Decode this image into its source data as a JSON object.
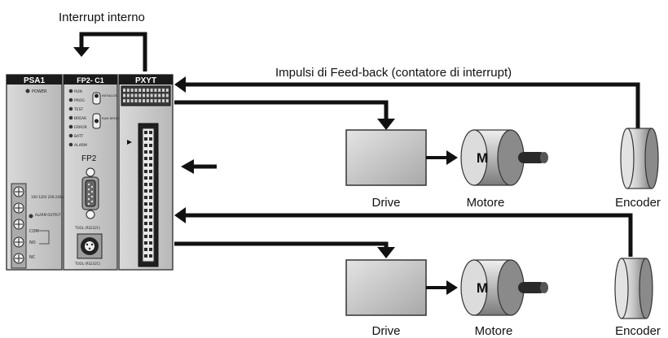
{
  "labels": {
    "interrupt": "Interrupt interno",
    "feedback": "Impulsi di Feed-back (contatore di interrupt)",
    "drive_top": "Drive",
    "motor_top": "Motore",
    "encoder_top": "Encoder",
    "drive_bottom": "Drive",
    "motor_bottom": "Motore",
    "encoder_bottom": "Encoder",
    "motor_letter": "M"
  },
  "plc": {
    "psa_title": "PSA1",
    "psa_power": "POWER",
    "cpu_title": "FP2- C1",
    "pxyt_title": "PXYT",
    "cpu_brand": "FP2",
    "psa_alarm": "ALARM OUTPUT",
    "psa_com": "COM",
    "psa_no": "NO",
    "psa_nc": "NC",
    "psa_voltage": "100-120V 200-240V",
    "cpu_leds": [
      "RUN",
      "PROG",
      "TEST",
      "BREAK",
      "ERROR",
      "BATT",
      "ALARM"
    ],
    "cpu_switch1": "INITIALIZE TEST",
    "cpu_switch2": "RUN REMOTE PROG",
    "cpu_port1": "TOOL (RS232C)",
    "cpu_port2": "TOOL (RS232C)"
  },
  "colors": {
    "line": "#111111",
    "module_title_bg": "#1a1a1a",
    "module_body": "#c9c9c9",
    "block_fill": "#cfcfcf"
  }
}
